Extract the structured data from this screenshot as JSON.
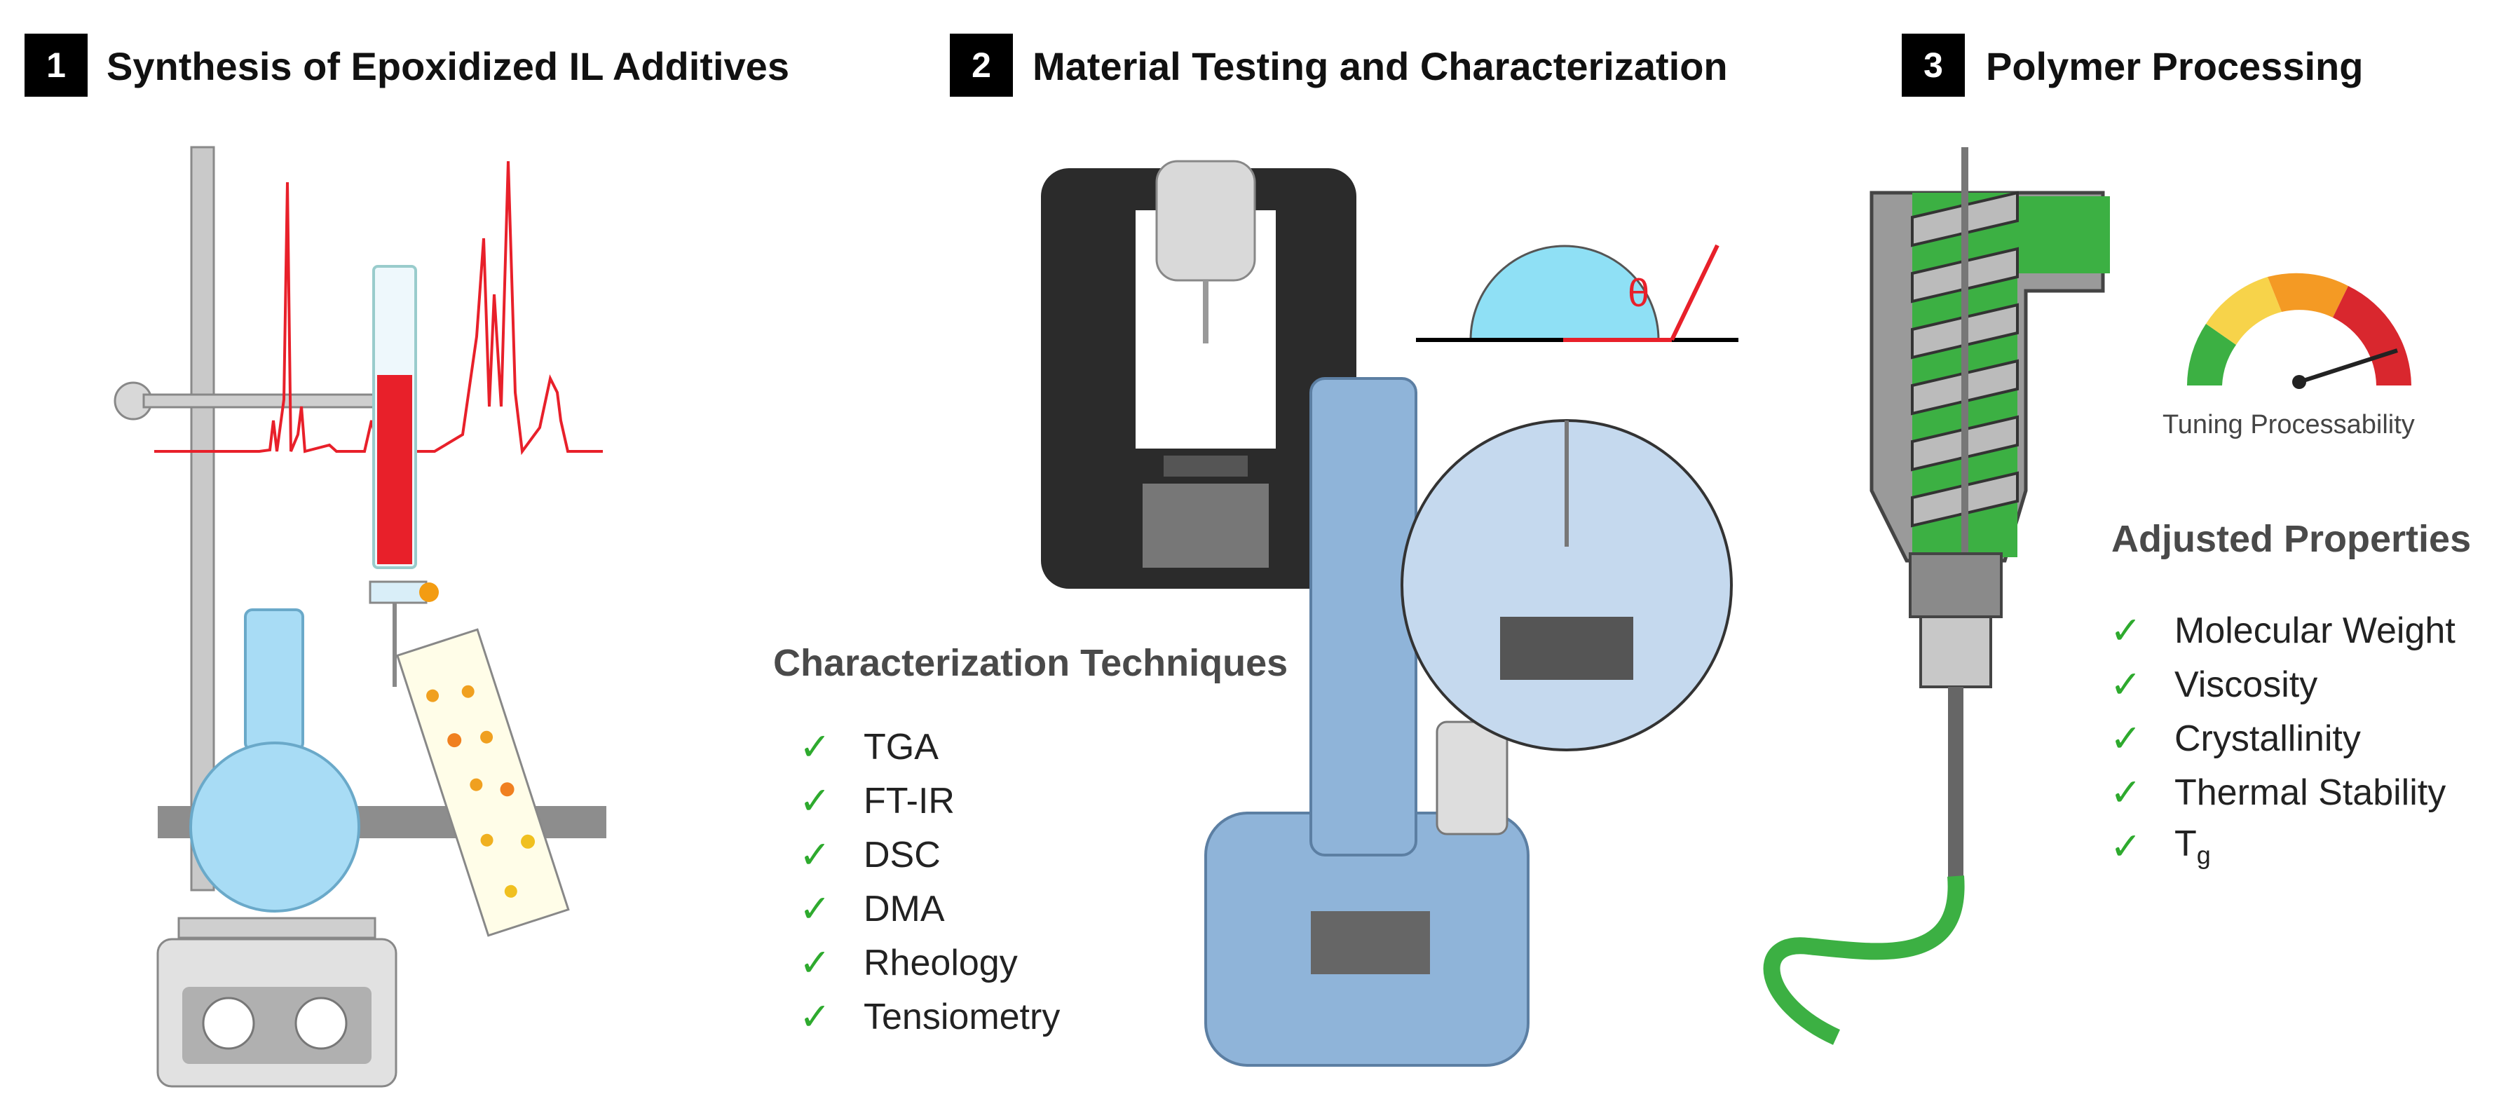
{
  "sections": [
    {
      "number": "1",
      "title": "Synthesis of Epoxidized IL Additives"
    },
    {
      "number": "2",
      "title": "Material Testing and Characterization"
    },
    {
      "number": "3",
      "title": "Polymer Processing"
    }
  ],
  "characterization": {
    "heading": "Characterization Techniques",
    "items": [
      "TGA",
      "FT-IR",
      "DSC",
      "DMA",
      "Rheology",
      "Tensiometry"
    ]
  },
  "contact_angle_symbol": "θ",
  "gauge": {
    "label": "Tuning Processability"
  },
  "adjusted": {
    "heading": "Adjusted Properties",
    "items": [
      "Molecular Weight",
      "Viscosity",
      "Crystallinity",
      "Thermal Stability"
    ],
    "tg_main": "T",
    "tg_sub": "g"
  },
  "colors": {
    "spectrum": "#e8202a",
    "check": "#2eaa2e",
    "flask": "#a8dcf5",
    "instrument_blue": "#8fb4d9",
    "extruder_green": "#3cb043"
  }
}
